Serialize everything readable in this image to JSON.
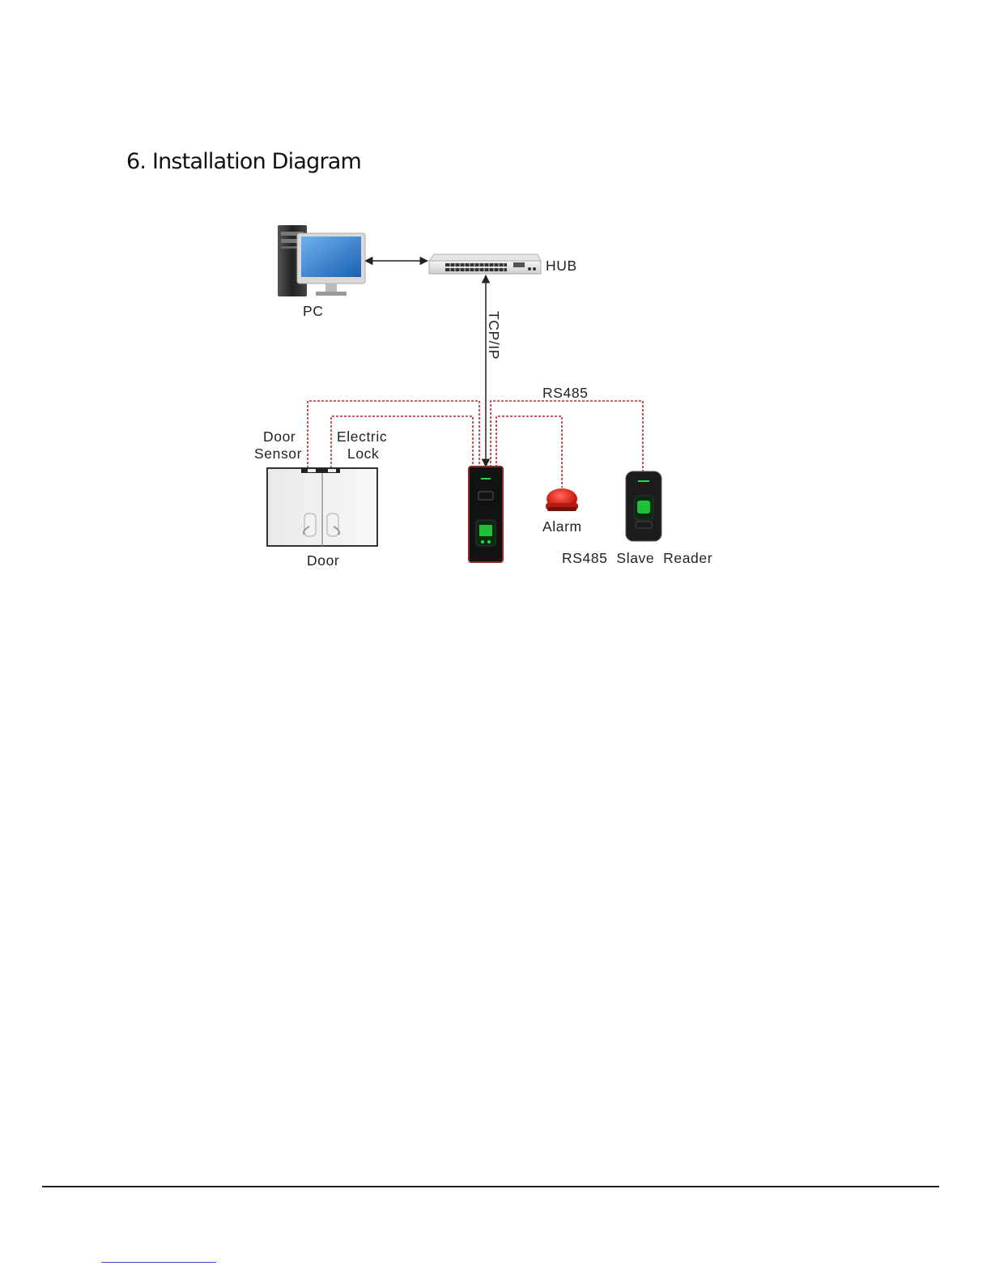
{
  "section": {
    "title": "6. Installation Diagram"
  },
  "diagram": {
    "labels": {
      "pc": "PC",
      "hub": "HUB",
      "tcpip": "TCP/IP",
      "rs485": "RS485",
      "door_sensor_line1": "Door",
      "door_sensor_line2": "Sensor",
      "electric_lock_line1": "Electric",
      "electric_lock_line2": "Lock",
      "door": "Door",
      "alarm": "Alarm",
      "slave_reader": "RS485  Slave  Reader"
    },
    "colors": {
      "wiring": "#c0272d",
      "reader_green": "#27d84a"
    }
  }
}
